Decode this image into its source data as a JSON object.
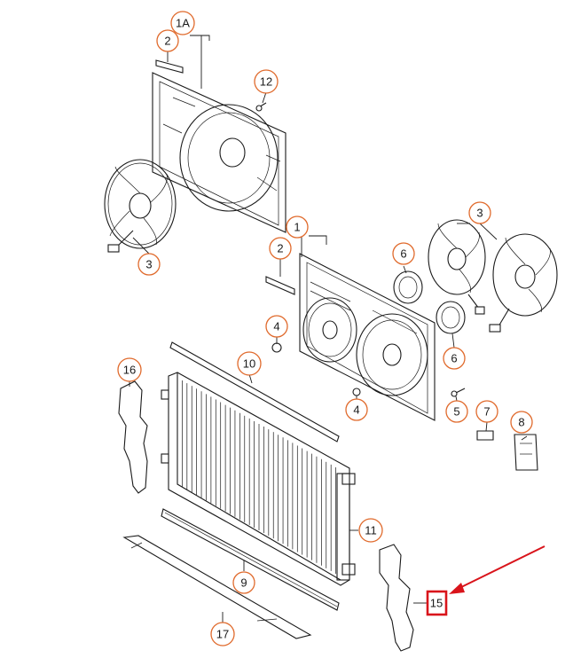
{
  "diagram": {
    "callouts": [
      {
        "id": "c1a",
        "label": "1A"
      },
      {
        "id": "c2a",
        "label": "2"
      },
      {
        "id": "c12",
        "label": "12"
      },
      {
        "id": "c3a",
        "label": "3"
      },
      {
        "id": "c1",
        "label": "1"
      },
      {
        "id": "c2b",
        "label": "2"
      },
      {
        "id": "c3b",
        "label": "3"
      },
      {
        "id": "c6a",
        "label": "6"
      },
      {
        "id": "c6b",
        "label": "6"
      },
      {
        "id": "c4a",
        "label": "4"
      },
      {
        "id": "c4b",
        "label": "4"
      },
      {
        "id": "c5",
        "label": "5"
      },
      {
        "id": "c7",
        "label": "7"
      },
      {
        "id": "c8",
        "label": "8"
      },
      {
        "id": "c10",
        "label": "10"
      },
      {
        "id": "c16",
        "label": "16"
      },
      {
        "id": "c11",
        "label": "11"
      },
      {
        "id": "c9",
        "label": "9"
      },
      {
        "id": "c17",
        "label": "17"
      }
    ],
    "highlight": {
      "label": "15",
      "color": "#d9141b"
    },
    "callout_color": "#e06a2c"
  }
}
